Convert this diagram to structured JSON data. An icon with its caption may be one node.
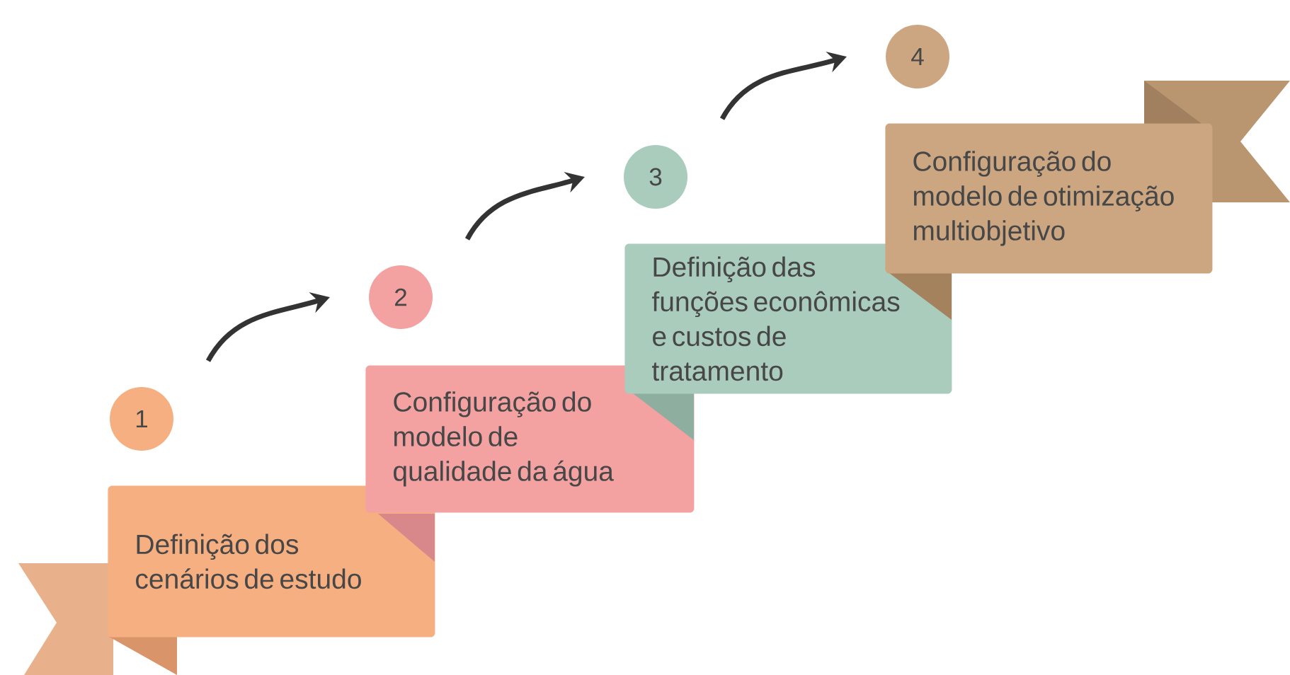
{
  "diagram": {
    "nodes": [
      {
        "text": [
          "1"
        ]
      },
      {
        "text": [
          "Definição dos cenários de estudo"
        ]
      },
      {
        "text": [
          "2"
        ]
      },
      {
        "text": [
          "Configuração do modelo de qualidade da água"
        ]
      },
      {
        "text": [
          "3"
        ]
      },
      {
        "text": [
          "Definição das funções econômicas e custos de tratamento"
        ]
      },
      {
        "text": [
          "4"
        ]
      },
      {
        "text": [
          "Configuração do modelo de otimização multiobjetivo"
        ]
      }
    ],
    "edges": [
      {
        "from": 0,
        "to": 2,
        "arrow": "to"
      },
      {
        "from": 2,
        "to": 4,
        "arrow": "to"
      },
      {
        "from": 4,
        "to": 6,
        "arrow": "to"
      }
    ]
  }
}
